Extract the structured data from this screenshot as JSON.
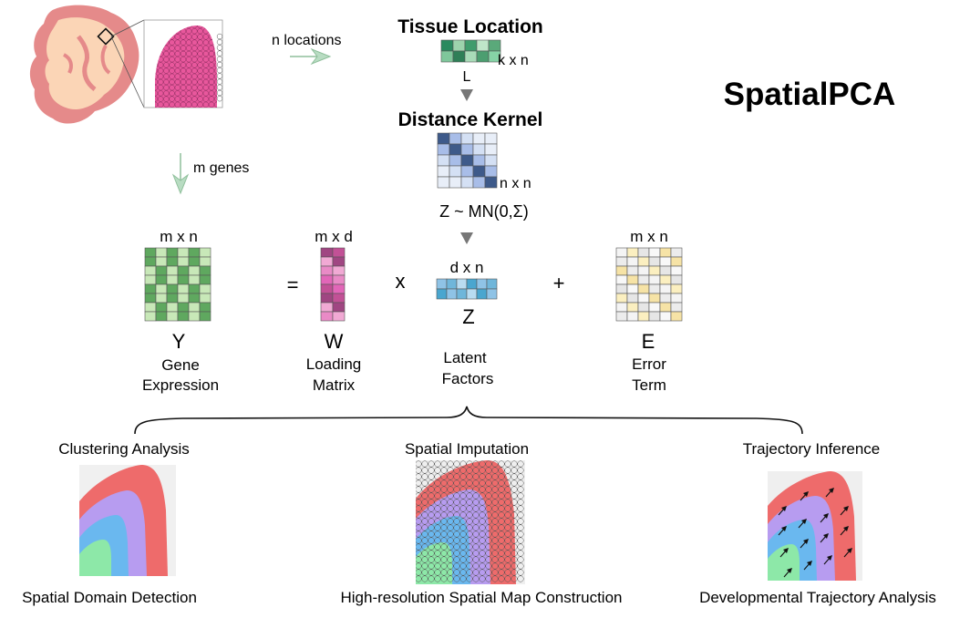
{
  "title": "SpatialPCA",
  "top": {
    "n_locations": "n locations",
    "m_genes": "m genes",
    "tissue_location": "Tissue Location",
    "tissue_dim": "k x n",
    "tissue_symbol": "L",
    "distance_kernel": "Distance Kernel",
    "kernel_dim": "n x n",
    "prior": "Z ~ MN(0,Σ)"
  },
  "equation": {
    "equals": "=",
    "times": "x",
    "plus": "+",
    "Y": {
      "dim": "m x n",
      "symbol": "Y",
      "line1": "Gene",
      "line2": "Expression"
    },
    "W": {
      "dim": "m x d",
      "symbol": "W",
      "line1": "Loading",
      "line2": "Matrix"
    },
    "Z": {
      "dim": "d x n",
      "symbol": "Z",
      "line1": "Latent",
      "line2": "Factors"
    },
    "E": {
      "dim": "m x n",
      "symbol": "E",
      "line1": "Error",
      "line2": "Term"
    }
  },
  "applications": [
    {
      "heading": "Clustering Analysis",
      "caption": "Spatial Domain Detection"
    },
    {
      "heading": "Spatial Imputation",
      "caption": "High-resolution Spatial Map Construction"
    },
    {
      "heading": "Trajectory Inference",
      "caption": "Developmental Trajectory Analysis"
    }
  ],
  "colors": {
    "arrow_green": "#8fbf9b",
    "arrow_gray": "#777777",
    "domain_red": "#ee6b6b",
    "domain_purple": "#b79cf0",
    "domain_blue": "#6ab8ef",
    "domain_green": "#8de8a8"
  }
}
